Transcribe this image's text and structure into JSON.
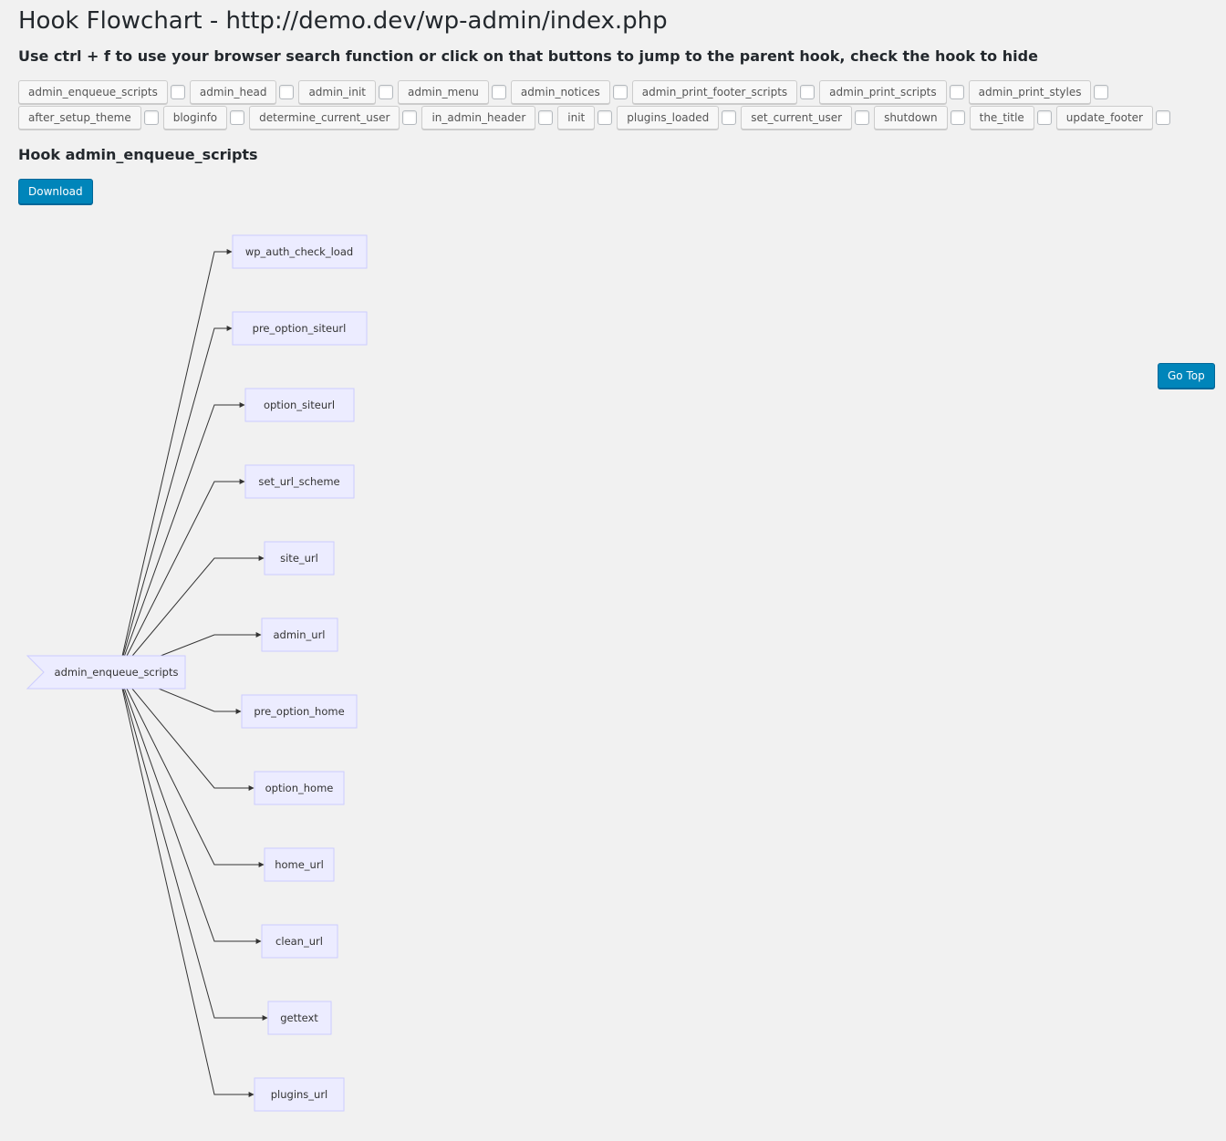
{
  "header": {
    "title": "Hook Flowchart - http://demo.dev/wp-admin/index.php",
    "instructions": "Use ctrl + f to use your browser search function or click on that buttons to jump to the parent hook, check the hook to hide"
  },
  "hook_nav": {
    "hooks": [
      "admin_enqueue_scripts",
      "admin_head",
      "admin_init",
      "admin_menu",
      "admin_notices",
      "admin_print_footer_scripts",
      "admin_print_scripts",
      "admin_print_styles",
      "after_setup_theme",
      "bloginfo",
      "determine_current_user",
      "in_admin_header",
      "init",
      "plugins_loaded",
      "set_current_user",
      "shutdown",
      "the_title",
      "update_footer"
    ]
  },
  "section": {
    "heading": "Hook admin_enqueue_scripts",
    "download_label": "Download"
  },
  "go_top_label": "Go Top",
  "flowchart": {
    "root": "admin_enqueue_scripts",
    "children": [
      "wp_auth_check_load",
      "pre_option_siteurl",
      "option_siteurl",
      "set_url_scheme",
      "site_url",
      "admin_url",
      "pre_option_home",
      "option_home",
      "home_url",
      "clean_url",
      "gettext",
      "plugins_url"
    ],
    "colors": {
      "node_fill": "#ececff",
      "node_stroke": "#ccccff",
      "edge": "#333333"
    }
  }
}
